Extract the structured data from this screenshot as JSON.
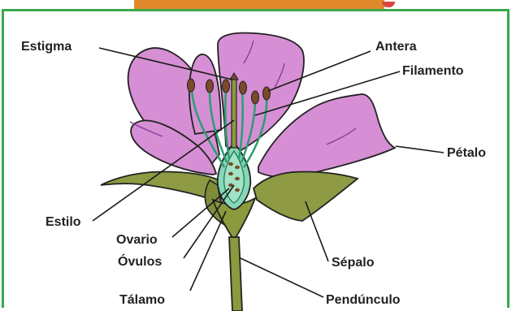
{
  "labels": {
    "estigma": "Estigma",
    "antera": "Antera",
    "filamento": "Filamento",
    "petalo": "Pétalo",
    "estilo": "Estilo",
    "ovario": "Ovario",
    "ovulos": "Óvulos",
    "sepalo": "Sépalo",
    "talamo": "Tálamo",
    "pedunculo": "Pendúnculo"
  },
  "colors": {
    "frame": "#3aa84b",
    "petal": "#d68fd4",
    "petal_vein": "#8a3d9c",
    "sepal": "#8e9a44",
    "stem": "#8a9a3c",
    "ovary": "#86d8b8",
    "filament": "#2f9e73",
    "anther": "#7a4a2a",
    "outline": "#222222"
  }
}
